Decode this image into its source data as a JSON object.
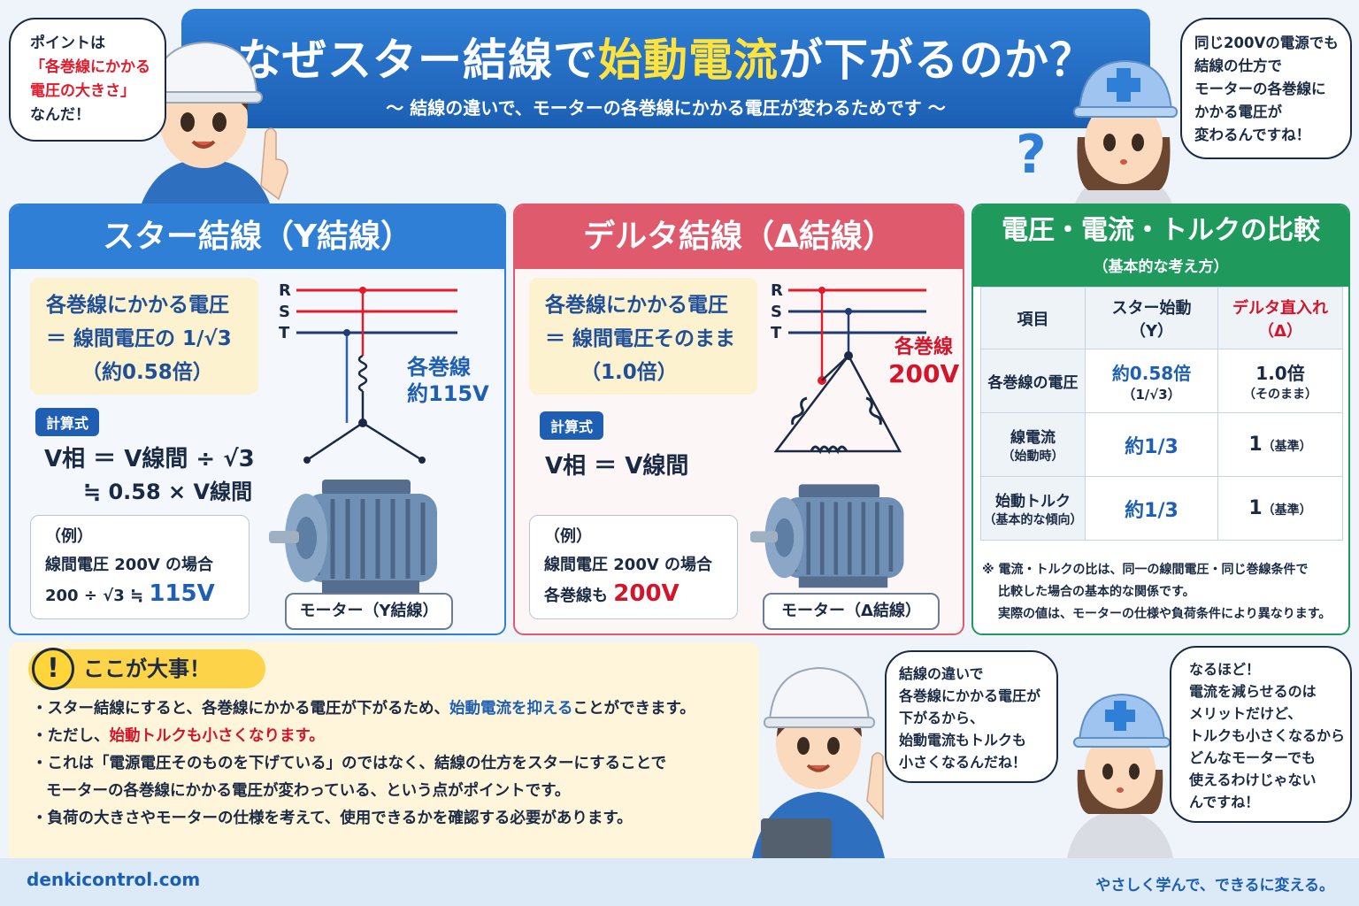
{
  "header": {
    "title_pre": "なぜスター結線で",
    "title_hl": "始動電流",
    "title_post": "が下がるのか？",
    "subtitle": "〜 結線の違いで、モーターの各巻線にかかる電圧が変わるためです 〜"
  },
  "bubble_left": {
    "line1": "ポイントは",
    "line2": "「各巻線にかかる",
    "line3": "電圧の大きさ」",
    "line4": "なんだ！"
  },
  "bubble_right": {
    "line1": "同じ200Vの電源でも",
    "line2": "結線の仕方で",
    "line3": "モーターの各巻線に",
    "line4": "かかる電圧が",
    "line5": "変わるんですね！"
  },
  "question_mark": "?",
  "star": {
    "heading": "スター結線（Y結線）",
    "voltage_title": "各巻線にかかる電圧",
    "voltage_line2": "＝ 線間電圧の 1/√3",
    "voltage_line3": "（約0.58倍）",
    "badge": "計算式",
    "formula1": "V相 ＝ V線間 ÷ √3",
    "formula2": "≒ 0.58 × V線間",
    "ex_label": "（例）",
    "ex_line1": "線間電圧 200V の場合",
    "ex_line2_pre": "200 ÷ √3 ≒ ",
    "ex_line2_val": "115V",
    "coil_label1": "各巻線",
    "coil_label2": "約115V",
    "motor_label": "モーター（Y結線）",
    "phases": [
      "R",
      "S",
      "T"
    ]
  },
  "delta": {
    "heading": "デルタ結線（Δ結線）",
    "voltage_title": "各巻線にかかる電圧",
    "voltage_line2": "＝ 線間電圧そのまま",
    "voltage_line3": "（1.0倍）",
    "badge": "計算式",
    "formula1": "V相 ＝ V線間",
    "ex_label": "（例）",
    "ex_line1": "線間電圧 200V の場合",
    "ex_line2_pre": "各巻線も ",
    "ex_line2_val": "200V",
    "coil_label1": "各巻線",
    "coil_label2": "200V",
    "motor_label": "モーター（Δ結線）",
    "phases": [
      "R",
      "S",
      "T"
    ]
  },
  "comparison": {
    "heading": "電圧・電流・トルクの比較",
    "sub": "（基本的な考え方）",
    "col_item": "項目",
    "col_star": "スター始動",
    "col_star2": "（Y）",
    "col_delta": "デルタ直入れ",
    "col_delta2": "（Δ）",
    "rows": [
      {
        "item": "各巻線の電圧",
        "item2": "",
        "star": "約0.58倍",
        "star2": "（1/√3）",
        "delta": "1.0倍",
        "delta2": "（そのまま）"
      },
      {
        "item": "線電流",
        "item2": "（始動時）",
        "star": "約1/3",
        "star2": "",
        "delta": "1",
        "delta2": "（基準）"
      },
      {
        "item": "始動トルク",
        "item2": "（基本的な傾向）",
        "star": "約1/3",
        "star2": "",
        "delta": "1",
        "delta2": "（基準）"
      }
    ],
    "note1": "※ 電流・トルクの比は、同一の線間電圧・同じ巻線条件で",
    "note2": "比較した場合の基本的な関係です。",
    "note3": "実際の値は、モーターの仕様や負荷条件により異なります。"
  },
  "important": {
    "heading": "ここが大事！",
    "icon": "!",
    "b1_pre": "・スター結線にすると、各巻線にかかる電圧が下がるため、",
    "b1_hl": "始動電流を抑える",
    "b1_post": "ことができます。",
    "b2_pre": "・ただし、",
    "b2_hl": "始動トルクも小さくなります。",
    "b3_line1": "・これは「電源電圧そのものを下げている」のではなく、結線の仕方をスターにすることで",
    "b3_line2": "モーターの各巻線にかかる電圧が変わっている、という点がポイントです。",
    "b4": "・負荷の大きさやモーターの仕様を考えて、使用できるかを確認する必要があります。"
  },
  "bubble_bottom_left": {
    "line1": "結線の違いで",
    "line2": "各巻線にかかる電圧が",
    "line3": "下がるから、",
    "line4": "始動電流もトルクも",
    "line5": "小さくなるんだね！"
  },
  "bubble_bottom_right": {
    "line1": "なるほど！",
    "line2": "電流を減らせるのは",
    "line3": "メリットだけど、",
    "line4": "トルクも小さくなるから",
    "line5": "どんなモーターでも",
    "line6": "使えるわけじゃない",
    "line7": "んですね！"
  },
  "footer": {
    "site": "denkicontrol.com",
    "slogan": "やさしく学んで、できるに変える。"
  },
  "colors": {
    "blue": "#2f7fd6",
    "red": "#e05a6e",
    "green": "#1f9a5c",
    "yellow": "#ffe23b"
  }
}
